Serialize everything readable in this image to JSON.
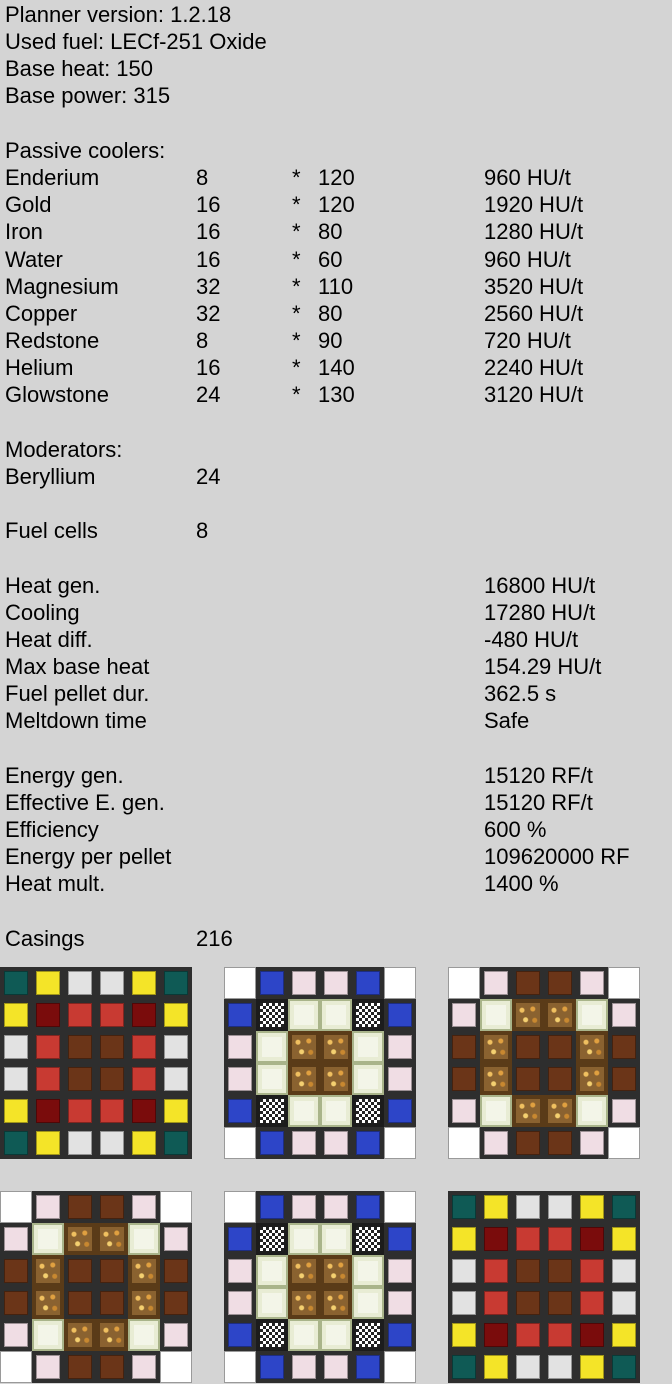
{
  "header": {
    "planner_version": "Planner version: 1.2.18",
    "used_fuel": "Used fuel: LECf-251 Oxide",
    "base_heat": "Base heat: 150",
    "base_power": "Base power: 315"
  },
  "passive_coolers": {
    "title": "Passive coolers:",
    "items": [
      {
        "name": "Enderium",
        "count": "8",
        "op": "*",
        "rate": "120",
        "total": "960 HU/t"
      },
      {
        "name": "Gold",
        "count": "16",
        "op": "*",
        "rate": "120",
        "total": "1920 HU/t"
      },
      {
        "name": "Iron",
        "count": "16",
        "op": "*",
        "rate": "80",
        "total": "1280 HU/t"
      },
      {
        "name": "Water",
        "count": "16",
        "op": "*",
        "rate": "60",
        "total": "960 HU/t"
      },
      {
        "name": "Magnesium",
        "count": "32",
        "op": "*",
        "rate": "110",
        "total": "3520 HU/t"
      },
      {
        "name": "Copper",
        "count": "32",
        "op": "*",
        "rate": "80",
        "total": "2560 HU/t"
      },
      {
        "name": "Redstone",
        "count": "8",
        "op": "*",
        "rate": "90",
        "total": "720 HU/t"
      },
      {
        "name": "Helium",
        "count": "16",
        "op": "*",
        "rate": "140",
        "total": "2240 HU/t"
      },
      {
        "name": "Glowstone",
        "count": "24",
        "op": "*",
        "rate": "130",
        "total": "3120 HU/t"
      }
    ]
  },
  "moderators": {
    "title": "Moderators:",
    "items": [
      {
        "name": "Beryllium",
        "count": "24"
      }
    ]
  },
  "fuel_cells": {
    "label": "Fuel cells",
    "count": "8"
  },
  "heat_stats": [
    {
      "label": "Heat gen.",
      "value": "16800 HU/t"
    },
    {
      "label": "Cooling",
      "value": "17280 HU/t"
    },
    {
      "label": "Heat diff.",
      "value": "-480 HU/t"
    },
    {
      "label": "Max base heat",
      "value": "154.29 HU/t"
    },
    {
      "label": "Fuel pellet dur.",
      "value": "362.5 s"
    },
    {
      "label": "Meltdown time",
      "value": "Safe"
    }
  ],
  "energy_stats": [
    {
      "label": "Energy gen.",
      "value": "15120 RF/t"
    },
    {
      "label": "Effective E. gen.",
      "value": "15120 RF/t"
    },
    {
      "label": "Efficiency",
      "value": "600 %"
    },
    {
      "label": "Energy per pellet",
      "value": "109620000 RF"
    },
    {
      "label": "Heat mult.",
      "value": "1400 %"
    }
  ],
  "casings": {
    "label": "Casings",
    "count": "216"
  },
  "layers": [
    {
      "name": "layer-1",
      "rows": [
        [
          "end",
          "gold",
          "iron",
          "iron",
          "gold",
          "end"
        ],
        [
          "gold",
          "redd",
          "red",
          "red",
          "redd",
          "gold"
        ],
        [
          "iron",
          "red",
          "copper",
          "copper",
          "red",
          "iron"
        ],
        [
          "iron",
          "red",
          "copper",
          "copper",
          "red",
          "iron"
        ],
        [
          "gold",
          "redd",
          "red",
          "red",
          "redd",
          "gold"
        ],
        [
          "end",
          "gold",
          "iron",
          "iron",
          "gold",
          "end"
        ]
      ]
    },
    {
      "name": "layer-2",
      "rows": [
        [
          "air",
          "water",
          "mag",
          "mag",
          "water",
          "air"
        ],
        [
          "water",
          "beryl",
          "fuel",
          "fuel",
          "beryl",
          "water"
        ],
        [
          "mag",
          "fuel",
          "glow",
          "glow",
          "fuel",
          "mag"
        ],
        [
          "mag",
          "fuel",
          "glow",
          "glow",
          "fuel",
          "mag"
        ],
        [
          "water",
          "beryl",
          "fuel",
          "fuel",
          "beryl",
          "water"
        ],
        [
          "air",
          "water",
          "mag",
          "mag",
          "water",
          "air"
        ]
      ]
    },
    {
      "name": "layer-3",
      "rows": [
        [
          "air",
          "mag",
          "copper",
          "copper",
          "mag",
          "air"
        ],
        [
          "mag",
          "fuel",
          "glow",
          "glow",
          "fuel",
          "mag"
        ],
        [
          "copper",
          "glow",
          "copper",
          "copper",
          "glow",
          "copper"
        ],
        [
          "copper",
          "glow",
          "copper",
          "copper",
          "glow",
          "copper"
        ],
        [
          "mag",
          "fuel",
          "glow",
          "glow",
          "fuel",
          "mag"
        ],
        [
          "air",
          "mag",
          "copper",
          "copper",
          "mag",
          "air"
        ]
      ]
    },
    {
      "name": "layer-4",
      "rows": [
        [
          "air",
          "mag",
          "copper",
          "copper",
          "mag",
          "air"
        ],
        [
          "mag",
          "fuel",
          "glow",
          "glow",
          "fuel",
          "mag"
        ],
        [
          "copper",
          "glow",
          "copper",
          "copper",
          "glow",
          "copper"
        ],
        [
          "copper",
          "glow",
          "copper",
          "copper",
          "glow",
          "copper"
        ],
        [
          "mag",
          "fuel",
          "glow",
          "glow",
          "fuel",
          "mag"
        ],
        [
          "air",
          "mag",
          "copper",
          "copper",
          "mag",
          "air"
        ]
      ]
    },
    {
      "name": "layer-5",
      "rows": [
        [
          "air",
          "water",
          "mag",
          "mag",
          "water",
          "air"
        ],
        [
          "water",
          "beryl",
          "fuel",
          "fuel",
          "beryl",
          "water"
        ],
        [
          "mag",
          "fuel",
          "glow",
          "glow",
          "fuel",
          "mag"
        ],
        [
          "mag",
          "fuel",
          "glow",
          "glow",
          "fuel",
          "mag"
        ],
        [
          "water",
          "beryl",
          "fuel",
          "fuel",
          "beryl",
          "water"
        ],
        [
          "air",
          "water",
          "mag",
          "mag",
          "water",
          "air"
        ]
      ]
    },
    {
      "name": "layer-6",
      "rows": [
        [
          "end",
          "gold",
          "iron",
          "iron",
          "gold",
          "end"
        ],
        [
          "gold",
          "redd",
          "red",
          "red",
          "redd",
          "gold"
        ],
        [
          "iron",
          "red",
          "copper",
          "copper",
          "red",
          "iron"
        ],
        [
          "iron",
          "red",
          "copper",
          "copper",
          "red",
          "iron"
        ],
        [
          "gold",
          "redd",
          "red",
          "red",
          "redd",
          "gold"
        ],
        [
          "end",
          "gold",
          "iron",
          "iron",
          "gold",
          "end"
        ]
      ]
    }
  ]
}
